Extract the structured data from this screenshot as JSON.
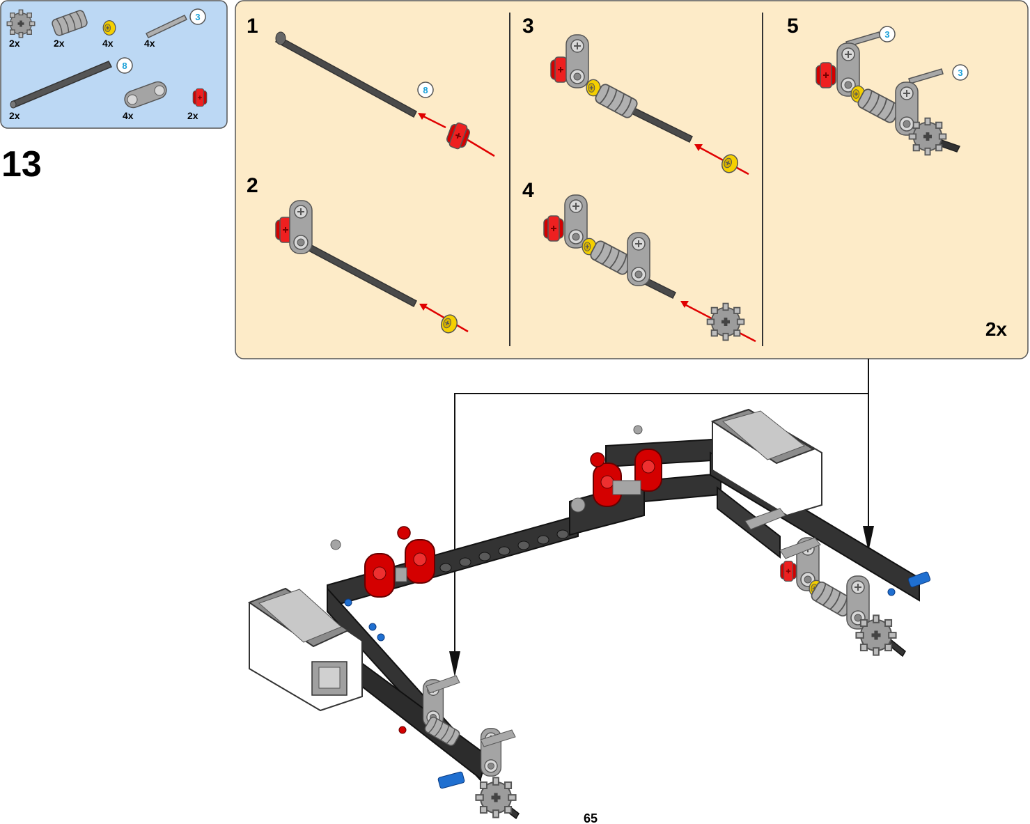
{
  "step_number": "13",
  "page_number": "65",
  "parts_list": {
    "items": [
      {
        "qty": "2x",
        "part": "gear-12-tooth-double-bevel",
        "color": "#8a8a8a"
      },
      {
        "qty": "2x",
        "part": "worm-gear",
        "color": "#9a9a9a"
      },
      {
        "qty": "4x",
        "part": "bush-half",
        "color": "#f5d000"
      },
      {
        "qty": "4x",
        "part": "axle",
        "length": "3",
        "color": "#9a9a9a"
      },
      {
        "qty": "2x",
        "part": "axle",
        "length": "8",
        "color": "#4a4a4a"
      },
      {
        "qty": "4x",
        "part": "axle-pin-connector",
        "color": "#9a9a9a"
      },
      {
        "qty": "2x",
        "part": "bush",
        "color": "#d40000"
      }
    ]
  },
  "sub_steps": [
    {
      "number": "1",
      "callouts": [
        "8"
      ]
    },
    {
      "number": "2",
      "callouts": []
    },
    {
      "number": "3",
      "callouts": []
    },
    {
      "number": "4",
      "callouts": []
    },
    {
      "number": "5",
      "callouts": [
        "3",
        "3"
      ]
    }
  ],
  "sub_assembly_multiplier": "2x",
  "colors": {
    "parts_panel_bg": "#bcd8f4",
    "sub_panel_bg": "#fdebc8",
    "axle_dark": "#4a4a4a",
    "frame_black": "#333333",
    "light_gray": "#a0a0a0",
    "red": "#d40000",
    "yellow": "#f5d000",
    "blue": "#1f6fd0",
    "arrow_red": "#e00000",
    "callout_blue": "#1aa0d8"
  }
}
